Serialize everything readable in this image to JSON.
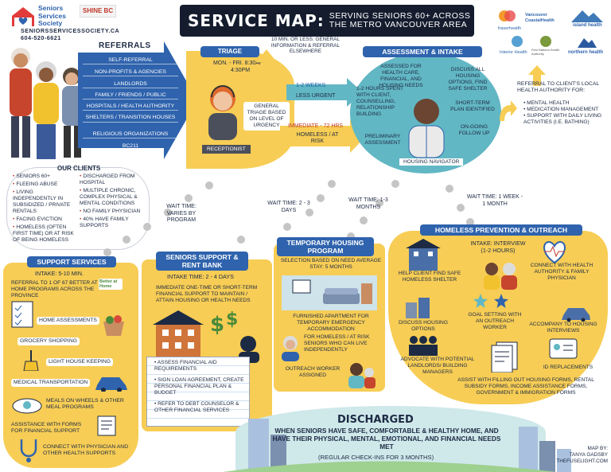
{
  "org": {
    "name_line1": "Seniors",
    "name_line2": "Services",
    "name_line3": "Society",
    "partner": "SHINE BC",
    "website": "SENIORSSERVICESSOCIETY.CA",
    "phone": "604-520-6621"
  },
  "title": {
    "main": "SERVICE MAP:",
    "sub_line1": "SERVING SENIORS 60+ ACROSS",
    "sub_line2": "THE METRO VANCOUVER AREA"
  },
  "health_logos": [
    "fraserhealth",
    "Vancouver CoastalHealth",
    "island health",
    "Interior Health",
    "First Nations Health Authority",
    "northern health"
  ],
  "referrals": {
    "heading": "REFERRALS",
    "items": [
      "SELF-REFERRAL",
      "NON-PROFITS & AGENCIES",
      "LANDLORDS",
      "FAMILY / FRIENDS / PUBLIC",
      "HOSPITALS / HEALTH AUTHORITY",
      "SHELTERS / TRANSITION HOUSES",
      "RELIGIOUS ORGANIZATIONS",
      "BC211"
    ]
  },
  "clients": {
    "heading": "OUR CLIENTS",
    "left": [
      "SENIORS 60+",
      "FLEEING ABUSE",
      "LIVING INDEPENDENTLY IN SUBSIDIZED / PRIVATE RENTALS",
      "FACING EVICTION",
      "HOMELESS (OFTEN FIRST TIME) OR AT RISK OF BEING HOMELESS"
    ],
    "right": [
      "DISCHARGED FROM HOSPITAL",
      "MULTIPLE CHRONIC, COMPLEX PHYSICAL & MENTAL CONDITIONS",
      "NO FAMILY PHYSICIAN",
      "40% HAVE FAMILY SUPPORTS"
    ]
  },
  "triage": {
    "heading": "TRIAGE",
    "hours": "MON. - FRI. 8:30AM - 4:30PM",
    "note": "GENERAL TRIAGE BASED ON LEVEL OF URGENCY",
    "receptionist": "RECEPTIONIST"
  },
  "routing": {
    "fast": "10 MIN. OR LESS: GENERAL INFORMATION & REFERRAL ELSEWHERE",
    "weeks_label": "1-2 WEEKS",
    "weeks_desc": "LESS URGENT",
    "hours_label": "IMMEDIATE - 72 HRS",
    "hours_desc": "HOMELESS / AT RISK"
  },
  "assessment": {
    "heading": "ASSESSMENT & INTAKE",
    "items": [
      "ASSESSED FOR HEALTH CARE, FINANCIAL, AND HOUSING NEEDS",
      "1-2 HOURS SPENT WITH CLIENT, COUNSELLING, RELATIONSHIP BUILDING",
      "PRELIMINARY ASSESSMENT",
      "DISCUSS ALL HOUSING OPTIONS, FIND SAFE SHELTER",
      "SHORT-TERM PLAN IDENTIFIED",
      "ON-GOING FOLLOW UP"
    ],
    "navigator": "HOUSING NAVIGATOR"
  },
  "health_referral": {
    "heading": "REFERRAL TO CLIENT'S LOCAL HEALTH AUTHORITY FOR:",
    "items": [
      "MENTAL HEALTH",
      "MEDICATION MANAGEMENT",
      "SUPPORT WITH DAILY LIVING ACTIVITIES (I.E. BATHING)"
    ]
  },
  "waits": {
    "support": "WAIT TIME: VARIES BY PROGRAM",
    "rent": "WAIT TIME: 2 - 3 DAYS",
    "housing": "WAIT TIME: 1-3 MONTHS",
    "outreach": "WAIT TIME: 1 WEEK - 1 MONTH"
  },
  "support_services": {
    "heading": "SUPPORT SERVICES",
    "intake": "INTAKE: 5-10 MIN.",
    "referral": "REFERRAL TO 1 OF 67 BETTER AT HOME PROGRAMS ACROSS THE PROVINCE",
    "badge": "Better at Home",
    "items": [
      "HOME ASSESSMENTS",
      "GROCERY SHOPPING",
      "LIGHT HOUSE KEEPING",
      "MEDICAL TRANSPORTATION",
      "MEALS ON WHEELS & OTHER MEAL PROGRAMS",
      "ASSISTANCE WITH FORMS FOR FINANCIAL SUPPORT",
      "CONNECT WITH PHYSICIAN AND OTHER HEALTH SUPPORTS"
    ]
  },
  "rent_bank": {
    "heading_line1": "SENIORS SUPPORT &",
    "heading_line2": "RENT BANK",
    "intake": "INTAKE TIME: 2 - 4 DAYS",
    "desc": "IMMEDIATE ONE-TIME OR SHORT-TERM FINANCIAL SUPPORT TO MAINTAIN / ATTAIN HOUSING OR HEALTH NEEDS",
    "steps": [
      "ASSESS FINANCIAL AID REQUIREMENTS",
      "SIGN LOAN AGREEMENT, CREATE PERSONAL FINANCIAL PLAN & BUDGET",
      "REFER TO DEBT COUNSELOR & OTHER FINANCIAL SERVICES"
    ]
  },
  "temp_housing": {
    "heading_line1": "TEMPORARY HOUSING",
    "heading_line2": "PROGRAM",
    "selection": "SELECTION BASED ON NEED AVERAGE STAY: 5 MONTHS",
    "apartment": "FURNISHED APARTMENT FOR TEMPORARY EMERGENCY ACCOMMODATION",
    "for_who": "FOR HOMELESS / AT RISK SENIORS WHO CAN LIVE INDEPENDENTLY",
    "worker": "OUTREACH WORKER ASSIGNED"
  },
  "outreach": {
    "heading": "HOMELESS PREVENTION & OUTREACH",
    "intake": "INTAKE: INTERVIEW (1-2 HOURS)",
    "items": [
      "HELP CLIENT FIND SAFE HOMELESS SHELTER",
      "CONNECT WITH HEALTH AUTHORITY & FAMILY PHYSICIAN",
      "DISCUSS HOUSING OPTIONS",
      "GOAL SETTING WITH AN OUTREACH WORKER",
      "ACCOMPANY TO HOUSING INTERVIEWS",
      "ADVOCATE WITH POTENTIAL LANDLORDS/ BUILDING MANAGERS",
      "ID REPLACEMENTS",
      "ASSIST WITH FILLING OUT HOUSING FORMS, RENTAL SUBSIDY FORMS, INCOME ASSISTANCE FORMS, GOVERNMENT & IMMIGRATION FORMS"
    ]
  },
  "discharged": {
    "heading": "DISCHARGED",
    "desc": "WHEN SENIORS HAVE SAFE, COMFORTABLE & HEALTHY HOME, AND HAVE THEIR PHYSICAL, MENTAL, EMOTIONAL, AND FINANCIAL NEEDS MET",
    "checkins": "(REGULAR CHECK-INS FOR 3 MONTHS)"
  },
  "credit": {
    "line1": "MAP BY:",
    "line2": "TANYA GADSBY",
    "line3": "THEFUSELIGHT.COM"
  },
  "colors": {
    "navy": "#1d2a44",
    "blue": "#2f63ad",
    "yellow": "#f7cd55",
    "red": "#c0392b",
    "teal": "#62b7c4"
  }
}
